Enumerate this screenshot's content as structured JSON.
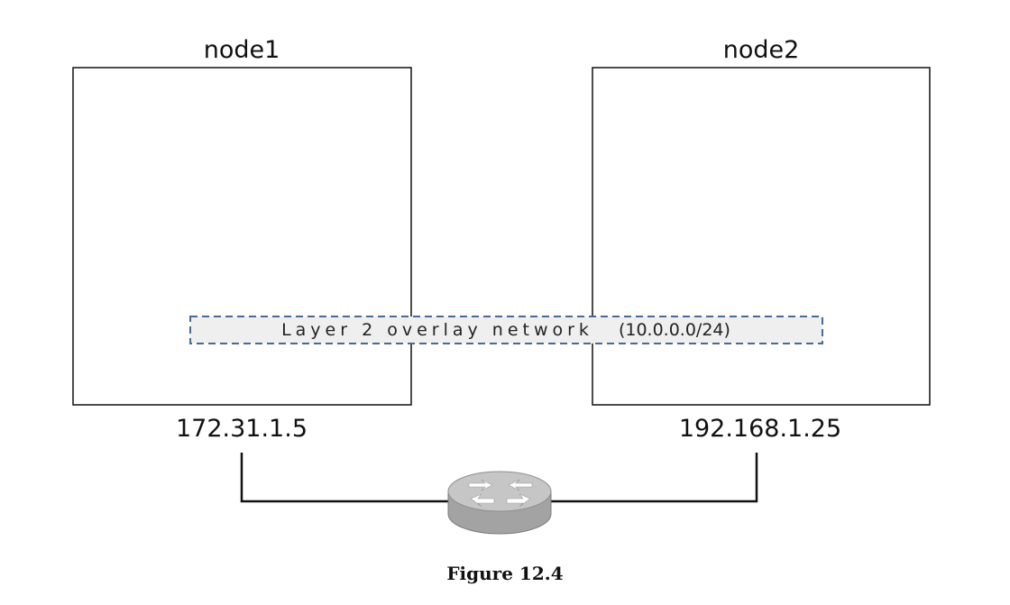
{
  "nodes": [
    {
      "name": "node1",
      "ip": "172.31.1.5"
    },
    {
      "name": "node2",
      "ip": "192.168.1.25"
    }
  ],
  "overlay": {
    "name": "Layer 2 overlay network",
    "cidr": "(10.0.0.0/24)"
  },
  "router": {
    "icon": "router-icon"
  },
  "caption": "Figure 12.4",
  "colors": {
    "box_border": "#111111",
    "overlay_border": "#4a6a8f",
    "overlay_fill": "#efefef",
    "router_body": "#a9a9a9",
    "router_top": "#c4c4c4"
  }
}
